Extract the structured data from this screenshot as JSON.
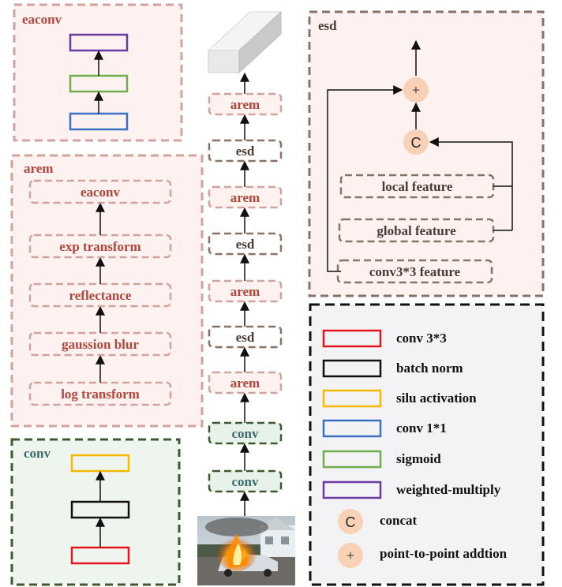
{
  "colors": {
    "panel_border_pink": "#d4a29e",
    "panel_fill_pink": "#fdf2f0",
    "panel_border_brown": "#8a7266",
    "panel_border_green": "#3f5a2e",
    "panel_fill_green": "#eef5ee",
    "label_red": "#b5453a",
    "label_dark": "#4a3b32",
    "label_green": "#3b6a6a",
    "conv_box_fill": "#e6f2ea",
    "legend_fill": "#f3f3f6",
    "circle_fill": "#f8d1b6",
    "red": "#e8141b",
    "black": "#111111",
    "yellow": "#f6b800",
    "blue": "#3a6fc4",
    "green": "#6fae4a",
    "purple": "#6b3aa0"
  },
  "eaconv_panel": {
    "title": "eaconv"
  },
  "arem_panel": {
    "title": "arem",
    "steps": [
      "log transform",
      "gaussion blur",
      "reflectance",
      "exp transform",
      "eaconv"
    ]
  },
  "conv_panel": {
    "title": "conv"
  },
  "esd_panel": {
    "title": "esd",
    "plus_symbol": "+",
    "concat_symbol": "C",
    "features": [
      "local feature",
      "global feature",
      "conv3*3 feature"
    ]
  },
  "pipeline": {
    "blocks": [
      "conv",
      "conv",
      "arem",
      "esd",
      "arem",
      "esd",
      "arem",
      "esd",
      "arem"
    ],
    "input_image": "fire-photo",
    "output": "feature-cuboid"
  },
  "legend": {
    "items": [
      {
        "label": "conv 3*3",
        "color": "red"
      },
      {
        "label": "batch norm",
        "color": "black"
      },
      {
        "label": "silu activation",
        "color": "yellow"
      },
      {
        "label": "conv 1*1",
        "color": "blue"
      },
      {
        "label": "sigmoid",
        "color": "green"
      },
      {
        "label": "weighted-multiply",
        "color": "purple"
      }
    ],
    "concat_symbol": "C",
    "concat_label": "concat",
    "add_symbol": "+",
    "add_label": "point-to-point addtion"
  }
}
